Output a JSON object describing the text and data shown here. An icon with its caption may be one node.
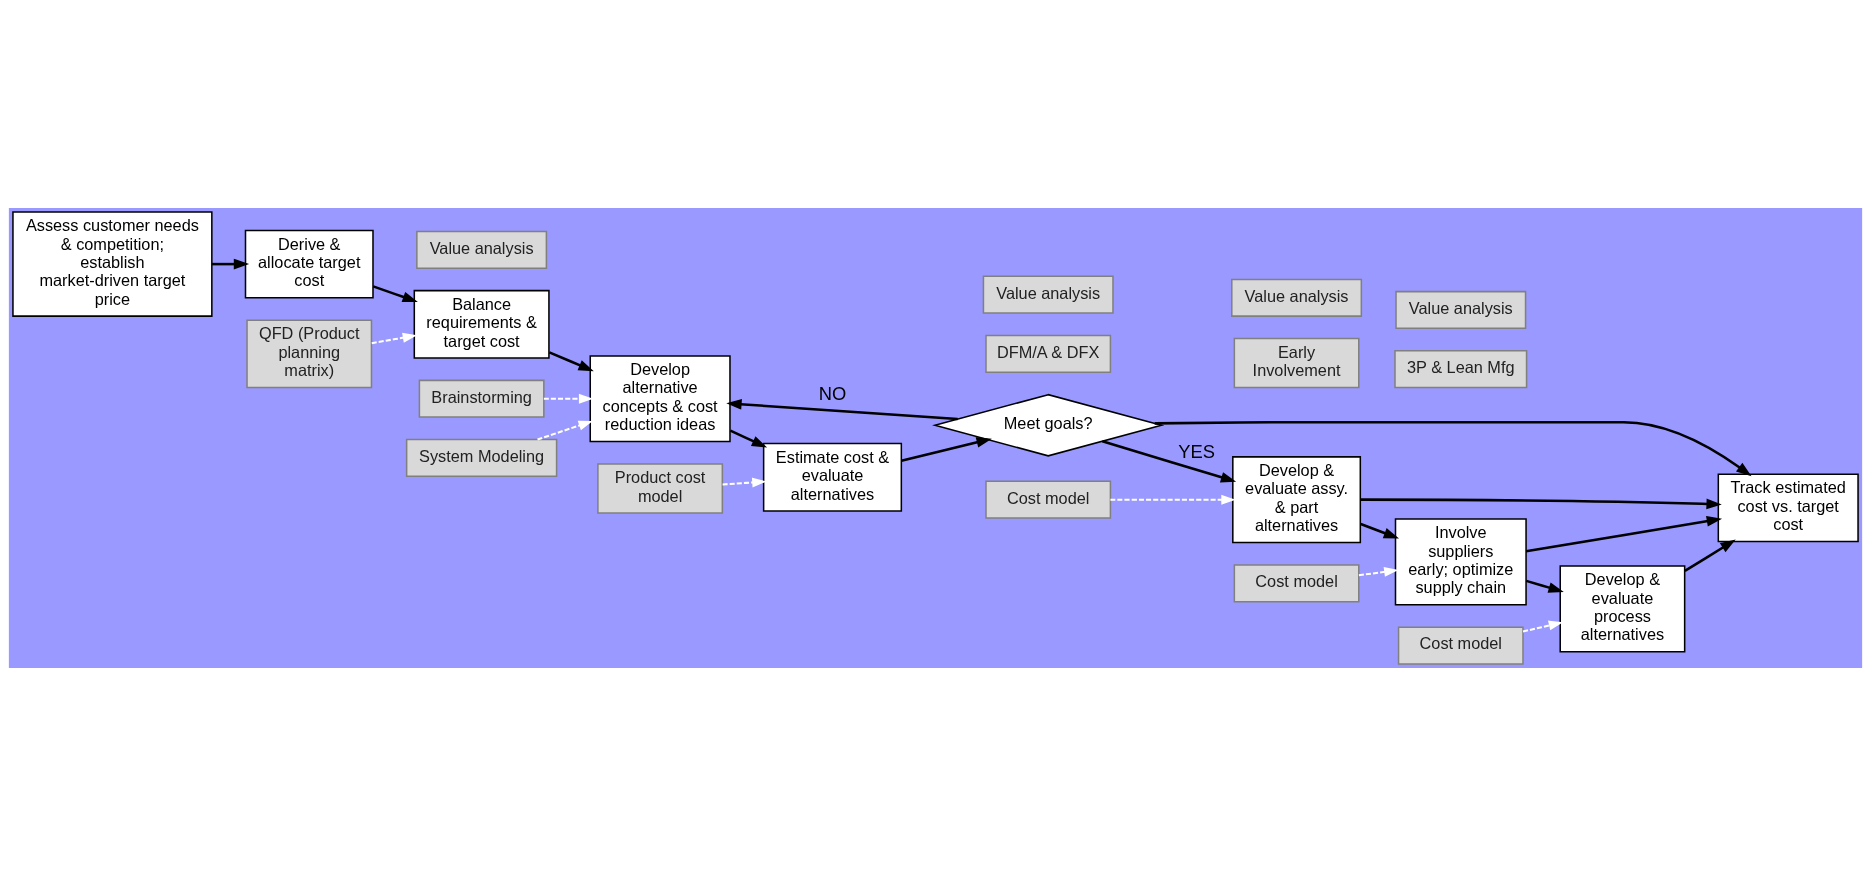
{
  "diagram": {
    "nodes": [
      {
        "text": [
          "Assess customer needs & competition; establish market-driven target price"
        ]
      },
      {
        "text": [
          "QFD (Product planning matrix)"
        ]
      },
      {
        "text": [
          "Derive & allocate target cost"
        ]
      },
      {
        "text": [
          "Balance requirements & target cost"
        ]
      },
      {
        "text": [
          "Value analysis"
        ]
      },
      {
        "text": [
          "Brainstorming"
        ]
      },
      {
        "text": [
          "Product cost model"
        ]
      },
      {
        "text": [
          "Develop alternative concepts & cost reduction ideas"
        ]
      },
      {
        "text": [
          "Estimate cost & evaluate alternatives"
        ]
      },
      {
        "text": [
          "System Modeling"
        ]
      },
      {
        "text": [
          "Meet goals?"
        ]
      },
      {
        "text": [
          "DFM/A & DFX"
        ]
      },
      {
        "text": [
          "Value analysis"
        ]
      },
      {
        "text": [
          "Cost model"
        ]
      },
      {
        "text": [
          "Early Involvement"
        ]
      },
      {
        "text": [
          "Value analysis"
        ]
      },
      {
        "text": [
          "Cost model"
        ]
      },
      {
        "text": [
          "3P & Lean Mfg"
        ]
      },
      {
        "text": [
          "Value analysis"
        ]
      },
      {
        "text": [
          "Cost model"
        ]
      },
      {
        "text": [
          "Develop & evaluate assy. & part alternatives"
        ]
      },
      {
        "text": [
          "Involve suppliers early; optimize supply chain"
        ]
      },
      {
        "text": [
          "Develop & evaluate process alternatives"
        ]
      },
      {
        "text": [
          "Track estimated cost vs. target cost"
        ]
      }
    ],
    "edges": [
      {
        "from": 0,
        "to": 2,
        "arrow": "to"
      },
      {
        "from": 2,
        "to": 3,
        "arrow": "to"
      },
      {
        "from": 1,
        "to": 3,
        "arrow": "to",
        "style": "dashed",
        "color": "#ffffff"
      },
      {
        "from": 3,
        "to": 7,
        "arrow": "to"
      },
      {
        "from": 5,
        "to": 7,
        "arrow": "to",
        "style": "dashed",
        "color": "#ffffff"
      },
      {
        "from": 9,
        "to": 7,
        "arrow": "to",
        "style": "dashed",
        "color": "#ffffff"
      },
      {
        "from": 7,
        "to": 8,
        "arrow": "to"
      },
      {
        "from": 6,
        "to": 8,
        "arrow": "to",
        "style": "dashed",
        "color": "#ffffff"
      },
      {
        "from": 8,
        "to": 10,
        "arrow": "to"
      },
      {
        "from": 10,
        "to": 7,
        "arrow": "to",
        "label": "NO"
      },
      {
        "from": 10,
        "to": 20,
        "arrow": "to",
        "label": "YES"
      },
      {
        "from": 10,
        "to": 23,
        "arrow": "to"
      },
      {
        "from": 13,
        "to": 20,
        "arrow": "to",
        "style": "dashed",
        "color": "#ffffff"
      },
      {
        "from": 16,
        "to": 21,
        "arrow": "to",
        "style": "dashed",
        "color": "#ffffff"
      },
      {
        "from": 19,
        "to": 22,
        "arrow": "to",
        "style": "dashed",
        "color": "#ffffff"
      },
      {
        "from": 20,
        "to": 21,
        "arrow": "to"
      },
      {
        "from": 21,
        "to": 22,
        "arrow": "to"
      },
      {
        "from": 20,
        "to": 23,
        "arrow": "to"
      },
      {
        "from": 21,
        "to": 23,
        "arrow": "to"
      },
      {
        "from": 22,
        "to": 23,
        "arrow": "to"
      }
    ]
  }
}
